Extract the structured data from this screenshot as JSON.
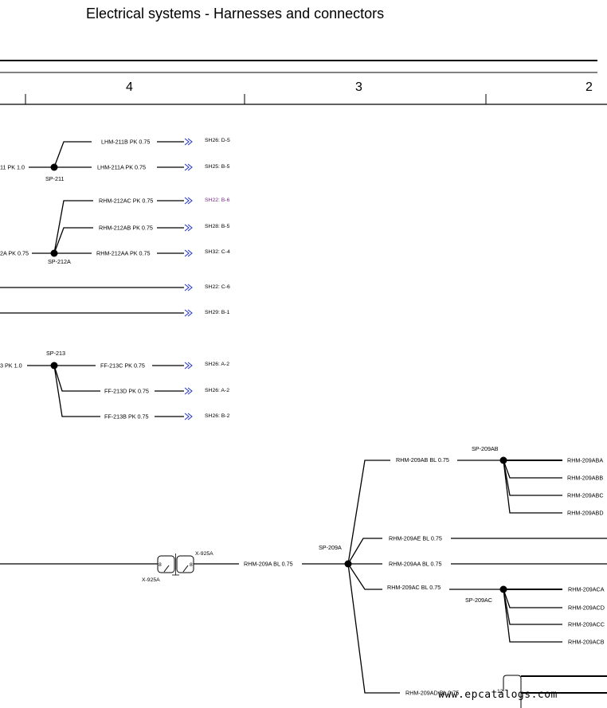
{
  "title": "Electrical systems - Harnesses and connectors",
  "zones": [
    "4",
    "3",
    "2"
  ],
  "splices": {
    "sp211": "SP-211",
    "sp212a": "SP-212A",
    "sp213": "SP-213",
    "sp209a": "SP-209A",
    "sp209ab": "SP-209AB",
    "sp209ac": "SP-209AC"
  },
  "wires": {
    "w211_in": "11 PK 1.0",
    "lhm211b": "LHM-211B PK 0.75",
    "lhm211a": "LHM-211A PK 0.75",
    "w212_in": "2A PK 0.75",
    "rhm212ac": "RHM-212AC PK 0.75",
    "rhm212ab": "RHM-212AB PK 0.75",
    "rhm212aa": "RHM-212AA PK 0.75",
    "w213_in": "3 PK 1.0",
    "ff213c": "FF-213C PK 0.75",
    "ff213d": "FF-213D PK 0.75",
    "ff213b": "FF-213B PK 0.75",
    "rhm209a": "RHM-209A BL 0.75",
    "rhm209ab": "RHM-209AB BL 0.75",
    "rhm209ae": "RHM-209AE BL 0.75",
    "rhm209aa": "RHM-209AA BL 0.75",
    "rhm209ac": "RHM-209AC BL 0.75",
    "rhm209ad": "RHM-209AD BL 0.75",
    "rhm209aba": "RHM-209ABA",
    "rhm209abb": "RHM-209ABB",
    "rhm209abc": "RHM-209ABC",
    "rhm209abd": "RHM-209ABD",
    "rhm209aca": "RHM-209ACA",
    "rhm209acd": "RHM-209ACD",
    "rhm209acc": "RHM-209ACC",
    "rhm209acb": "RHM-209ACB"
  },
  "refs": {
    "r1": "SH26: D-5",
    "r2": "SH25: B-5",
    "r3": "SH22: B-6",
    "r4": "SH28: B-5",
    "r5": "SH32: C-4",
    "r6": "SH22: C-6",
    "r7": "SH29: B-1",
    "r8": "SH26: A-2",
    "r9": "SH26: A-2",
    "r10": "SH26: B-2"
  },
  "connector": {
    "top_label": "X-925A",
    "bottom_label": "X-925A",
    "pin_left": "8",
    "pin_right": "8",
    "pin_edge": "12"
  },
  "watermark": "www.epcatalogs.com",
  "colors": {
    "wire": "#000000",
    "arrow": "#2233cc",
    "highlight_ref": "#7a2a8a"
  }
}
